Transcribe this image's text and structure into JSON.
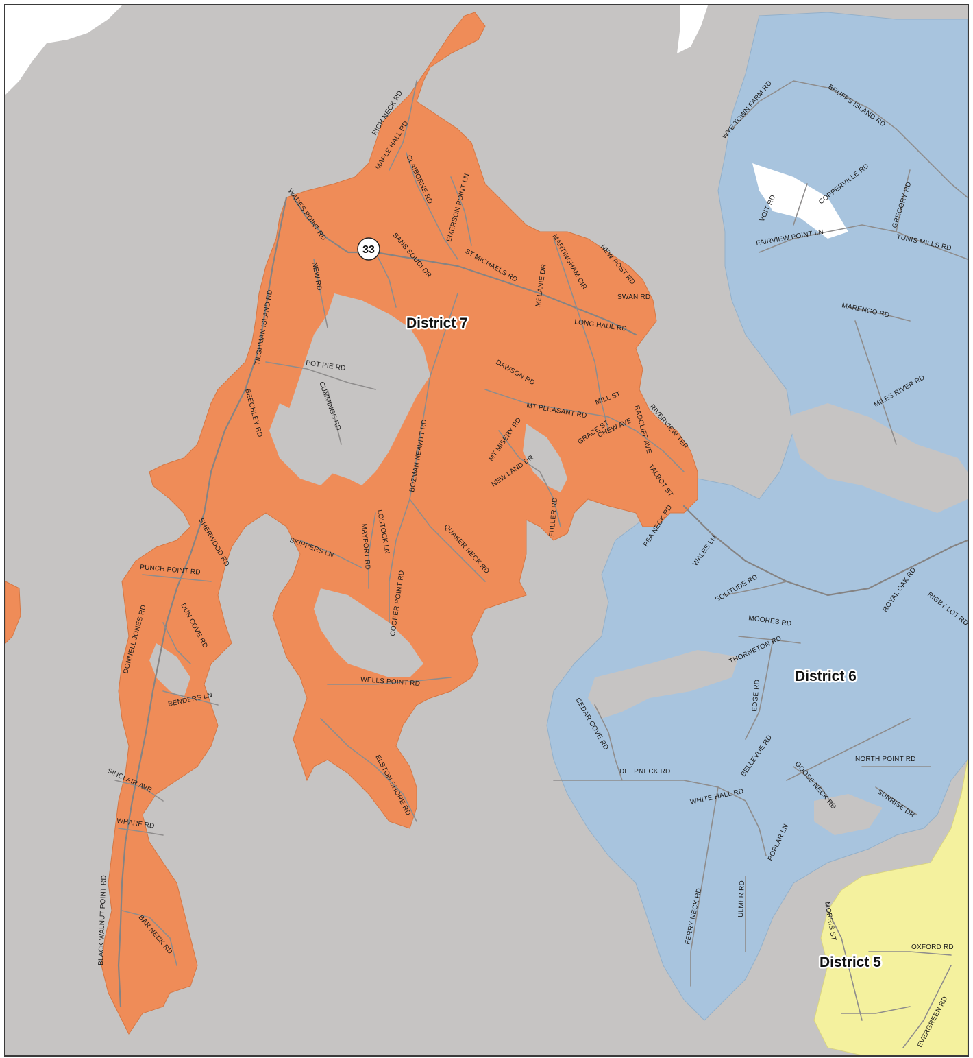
{
  "map": {
    "districts": [
      {
        "id": "d7",
        "label": "District 7",
        "color": "#ef8c58"
      },
      {
        "id": "d6",
        "label": "District 6",
        "color": "#a8c4de"
      },
      {
        "id": "d5",
        "label": "District 5",
        "color": "#f4f19e"
      }
    ],
    "route_shield": "33",
    "colors": {
      "land": "#c6c4c3",
      "water": "#ffffff",
      "roads": "#8e8c8c"
    },
    "roads": [
      "RICH NECK RD",
      "MAPLE HALL RD",
      "CLAIBORNE RD",
      "EMERSON POINT LN",
      "WADES POINT RD",
      "SANS SOUCI DR",
      "NEW RD",
      "TILGHMAN ISLAND RD",
      "ST MICHAELS RD",
      "MELANIE DR",
      "MARTINGHAM CIR",
      "NEW POST RD",
      "SWAN RD",
      "LONG HAUL RD",
      "POT PIE RD",
      "CUMMINGS RD",
      "BEECHLEY RD",
      "DAWSON RD",
      "MT PLEASANT RD",
      "MILL ST",
      "RIVERVIEW TER",
      "RADCLIFF AVE",
      "GRACE ST",
      "CHEW AVE",
      "MT MISERY RD",
      "NEW LAND DR",
      "BOZMAN NEAVITT RD",
      "TALBOT ST",
      "FULLER RD",
      "PEA NECK RD",
      "LOSTOCK LN",
      "MAYPORT RD",
      "SKIPPERS LN",
      "QUAKER NECK RD",
      "COOPER POINT RD",
      "SHERWOOD RD",
      "PUNCH POINT RD",
      "DUN COVE RD",
      "DONNELL JONES RD",
      "BENDERS LN",
      "WELLS POINT RD",
      "ELSTON SHORE RD",
      "SINCLAIR AVE",
      "WHARF RD",
      "BLACK WALNUT POINT RD",
      "BAR NECK RD",
      "WYE TOWN FARM RD",
      "BRUFFS ISLAND RD",
      "COPPERVILLE RD",
      "VOIT RD",
      "FAIRVIEW POINT LN",
      "GREGORY RD",
      "TUNIS MILLS RD",
      "MARENGO RD",
      "MILES RIVER RD",
      "WALES LN",
      "SOLITUDE RD",
      "MOORES RD",
      "THORNETON RD",
      "ROYAL OAK RD",
      "RIGBY LOT RD",
      "EDGE RD",
      "CEDAR COVE RD",
      "DEEPNECK RD",
      "BELLEVUE RD",
      "GOOSE NECK RD",
      "NORTH POINT RD",
      "SUNRISE DR",
      "WHITE HALL RD",
      "POPLAR LN",
      "FERRY NECK RD",
      "ULMER RD",
      "MORRIS ST",
      "OXFORD RD",
      "EVERGREEN RD"
    ]
  }
}
